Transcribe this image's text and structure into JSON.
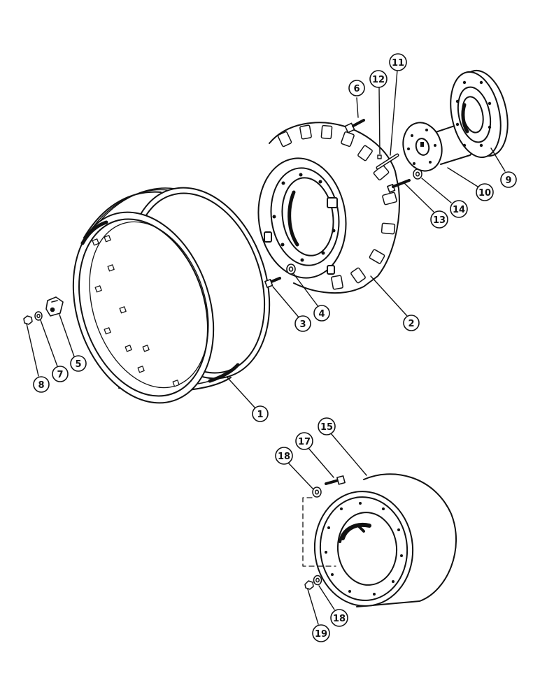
{
  "callouts": [
    {
      "id": "c1",
      "label": "1"
    },
    {
      "id": "c2",
      "label": "2"
    },
    {
      "id": "c3",
      "label": "3"
    },
    {
      "id": "c4",
      "label": "4"
    },
    {
      "id": "c5",
      "label": "5"
    },
    {
      "id": "c6",
      "label": "6"
    },
    {
      "id": "c7",
      "label": "7"
    },
    {
      "id": "c8",
      "label": "8"
    },
    {
      "id": "c9",
      "label": "9"
    },
    {
      "id": "c10",
      "label": "10"
    },
    {
      "id": "c11",
      "label": "11"
    },
    {
      "id": "c12",
      "label": "12"
    },
    {
      "id": "c13",
      "label": "13"
    },
    {
      "id": "c14",
      "label": "14"
    },
    {
      "id": "c15",
      "label": "15"
    },
    {
      "id": "c17",
      "label": "17"
    },
    {
      "id": "c18a",
      "label": "18"
    },
    {
      "id": "c18b",
      "label": "18"
    },
    {
      "id": "c19",
      "label": "19"
    }
  ]
}
